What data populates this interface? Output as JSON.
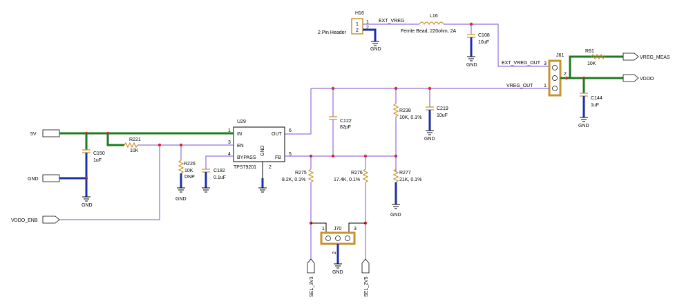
{
  "ports": {
    "p5v": "5V",
    "gnd": "GND",
    "vddo_enb": "VDDO_ENB",
    "vreg_meas": "VREG_MEAS",
    "vddo": "VDDO",
    "sel_3v3": "SEL_3V3",
    "sel_2v5": "SEL_2V5"
  },
  "nets": {
    "ext_vreg": "EXT_VREG",
    "ext_vreg_out": "EXT_VREG_OUT",
    "vreg_out": "VREG_OUT",
    "gnd": "GND"
  },
  "u29": {
    "ref": "U29",
    "part": "TPS79201",
    "pins": {
      "in": "IN",
      "en": "EN",
      "bypass": "BYPASS",
      "out": "OUT",
      "fb": "FB",
      "gnd": "GND"
    },
    "pin_numbers": {
      "in": "1",
      "en": "3",
      "bypass": "4",
      "out": "6",
      "fb": "5",
      "gnd": "2"
    }
  },
  "h16": {
    "ref": "H16",
    "desc": "2 Pin Header",
    "pin1": "1",
    "pin2": "2"
  },
  "l16": {
    "ref": "L16",
    "desc": "Ferrite Bead, 220ohm, 2A"
  },
  "j61": {
    "ref": "J61",
    "pin1": "1",
    "pin2": "2",
    "pin3": "3"
  },
  "j70": {
    "ref": "J70",
    "pin1": "1",
    "pin2": "2",
    "pin3": "3"
  },
  "components": {
    "c108": {
      "ref": "C108",
      "value": "10uF"
    },
    "r61": {
      "ref": "R61",
      "value": "10K"
    },
    "c144": {
      "ref": "C144",
      "value": "1uF"
    },
    "c150": {
      "ref": "C150",
      "value": "1uF"
    },
    "r221": {
      "ref": "R221",
      "value": "10K"
    },
    "r226": {
      "ref": "R226",
      "value": "10K",
      "note": "DNP"
    },
    "c182": {
      "ref": "C182",
      "value": "0.1uF"
    },
    "c122": {
      "ref": "C122",
      "value": "82pF"
    },
    "r238": {
      "ref": "R238",
      "value": "10K, 0.1%"
    },
    "c219": {
      "ref": "C219",
      "value": "10uF"
    },
    "r275": {
      "ref": "R275",
      "value": "8.2K, 0.1%"
    },
    "r276": {
      "ref": "R276",
      "value": "17.4K, 0.1%"
    },
    "r277": {
      "ref": "R277",
      "value": "21K, 0.1%"
    }
  }
}
